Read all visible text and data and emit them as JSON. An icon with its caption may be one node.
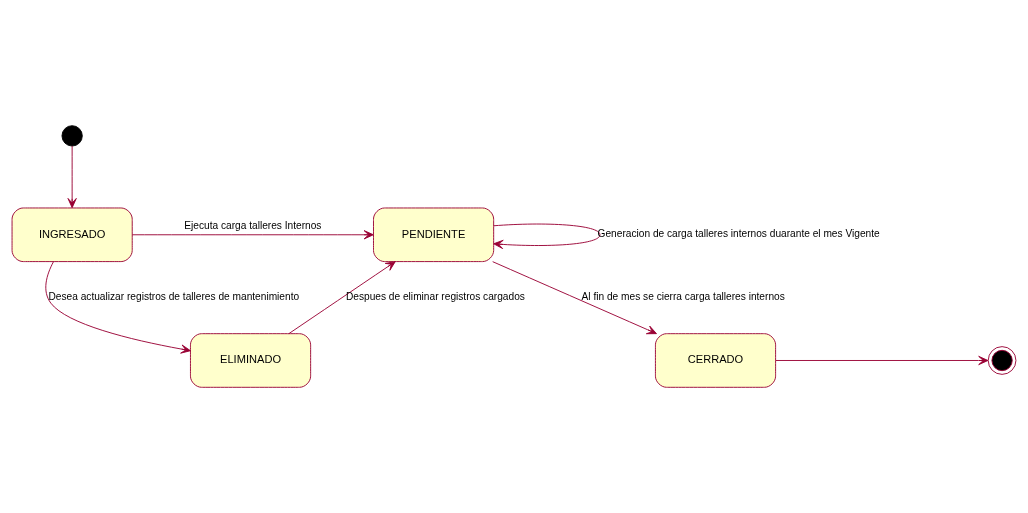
{
  "diagram": {
    "nodes": [
      {
        "text": [],
        "shape": "circle"
      },
      {
        "text": [
          "INGRESADO"
        ]
      },
      {
        "text": [
          "PENDIENTE"
        ]
      },
      {
        "text": [
          "ELIMINADO"
        ]
      },
      {
        "text": [
          "CERRADO"
        ]
      },
      {
        "text": [],
        "shape": "circle"
      }
    ],
    "edges": [
      {
        "from": 0,
        "to": 1,
        "arrow": "to"
      },
      {
        "from": 1,
        "to": 2,
        "arrow": "to",
        "label": "Ejecuta carga talleres Internos"
      },
      {
        "from": 2,
        "to": 2,
        "arrow": "to",
        "label": "Generacion de carga talleres internos duarante el mes Vigente"
      },
      {
        "from": 1,
        "to": 3,
        "arrow": "to",
        "label": "Desea actualizar registros de talleres de mantenimiento"
      },
      {
        "from": 3,
        "to": 2,
        "arrow": "to",
        "label": "Despues de eliminar registros cargados"
      },
      {
        "from": 2,
        "to": 4,
        "arrow": "to",
        "label": "Al fin de mes se cierra carga talleres internos"
      },
      {
        "from": 4,
        "to": 5,
        "arrow": "to"
      }
    ]
  }
}
